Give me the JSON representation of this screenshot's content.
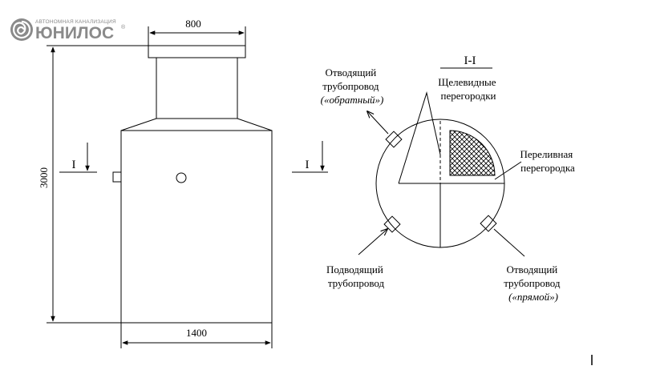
{
  "logo": {
    "tagline": "АВТОНОМНАЯ КАНАЛИЗАЦИЯ",
    "brand": "ЮНИЛОС",
    "registered": "®"
  },
  "dimensions": {
    "neck_width": "800",
    "body_width": "1400",
    "height": "3000"
  },
  "section": {
    "cut_mark_left": "I",
    "cut_mark_right": "I",
    "title": "I-I"
  },
  "labels": {
    "outlet_reverse": [
      "Отводящий",
      "трубопровод",
      "(«обратный»)"
    ],
    "slot_partitions": [
      "Щелевидные",
      "перегородки"
    ],
    "overflow_partition": [
      "Переливная",
      "перегородка"
    ],
    "inlet": [
      "Подводящий",
      "трубопровод"
    ],
    "outlet_direct": [
      "Отводящий",
      "трубопровод",
      "(«прямой»)"
    ]
  }
}
